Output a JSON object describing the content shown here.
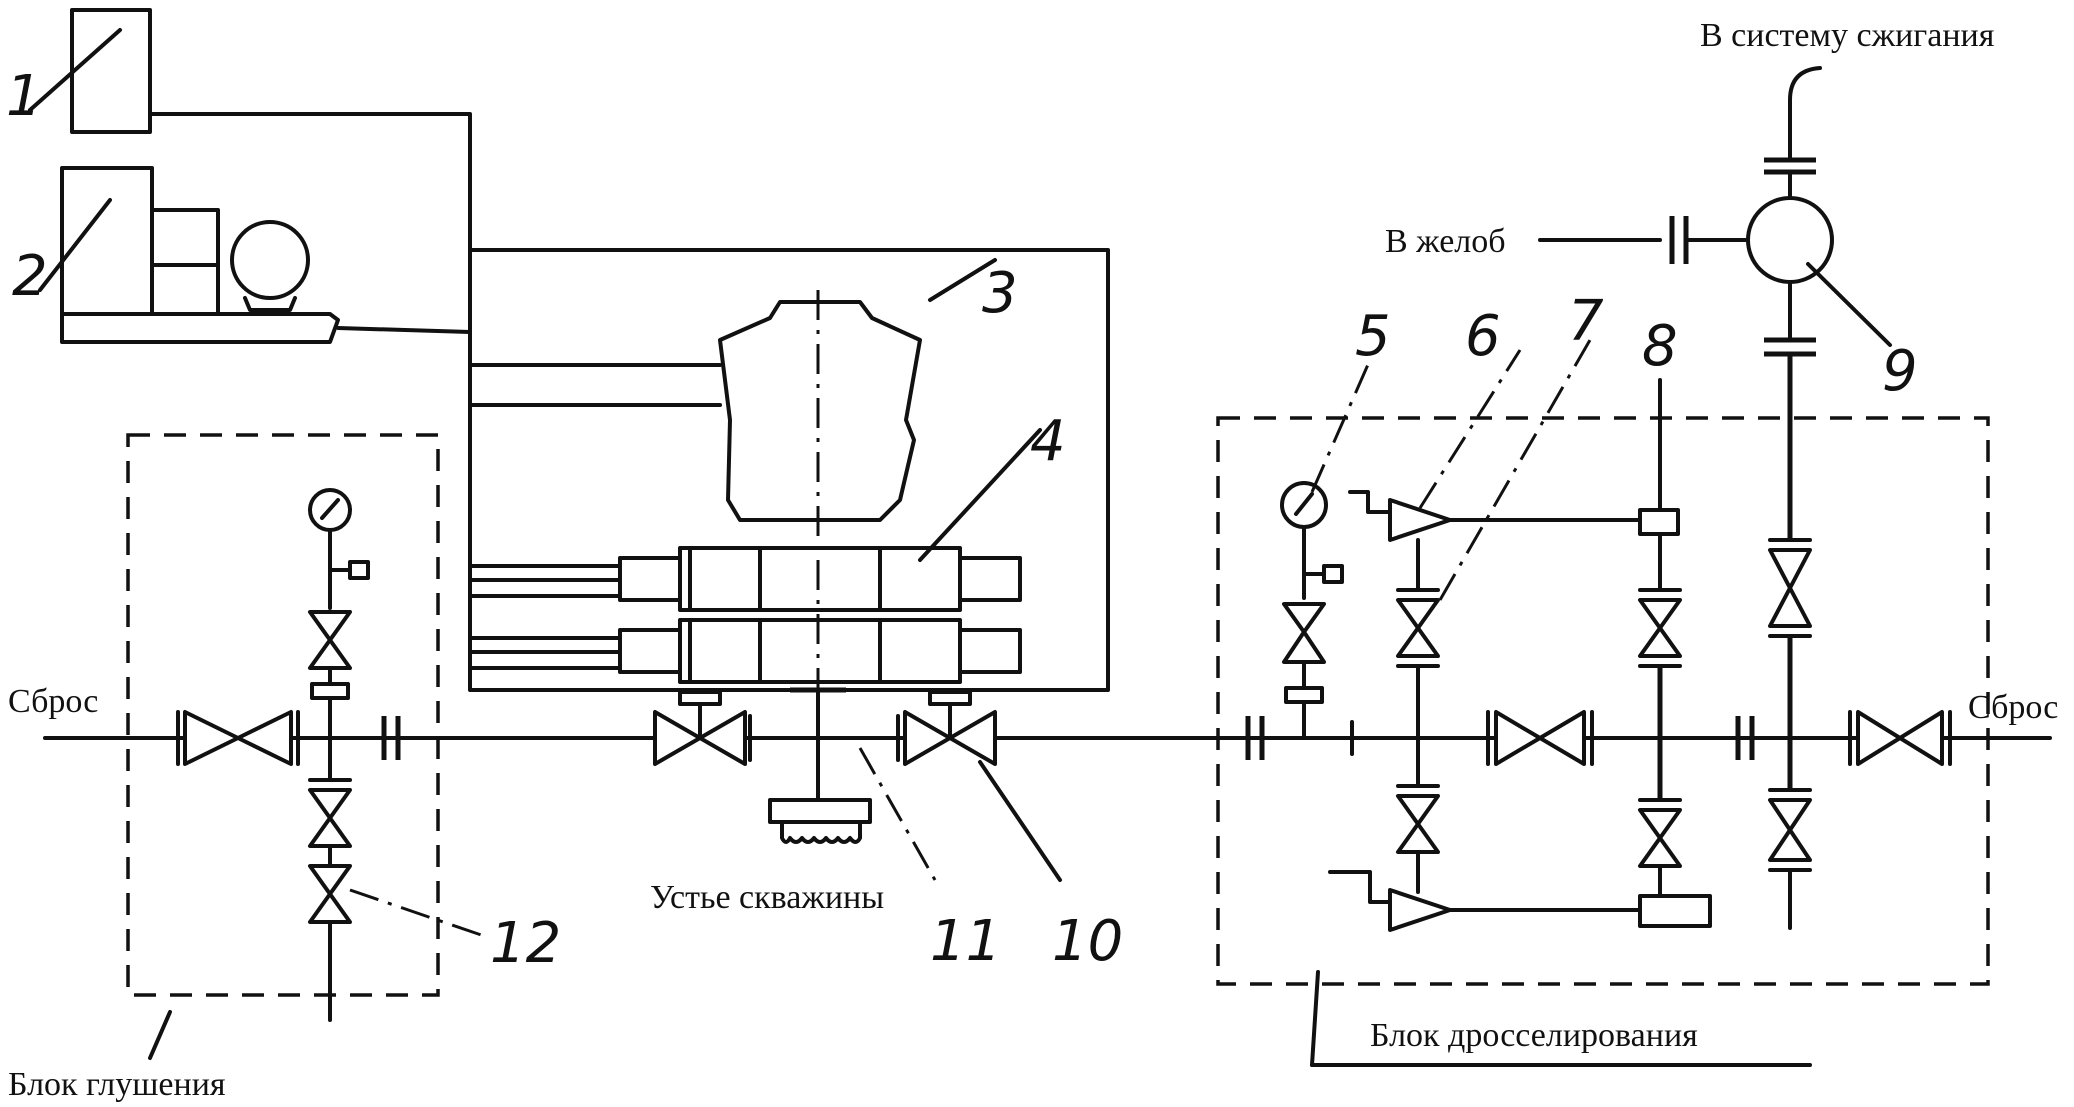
{
  "labels": {
    "kill_block": "Блок глушения",
    "choke_block": "Блок дросселирования",
    "wellhead": "Устье скважины",
    "to_flare": "В систему сжигания",
    "to_gutter": "В желоб",
    "discharge_left": "Сброс",
    "discharge_right": "Сброс"
  },
  "callouts": [
    "1",
    "2",
    "3",
    "4",
    "5",
    "6",
    "7",
    "8",
    "9",
    "10",
    "11",
    "12"
  ]
}
